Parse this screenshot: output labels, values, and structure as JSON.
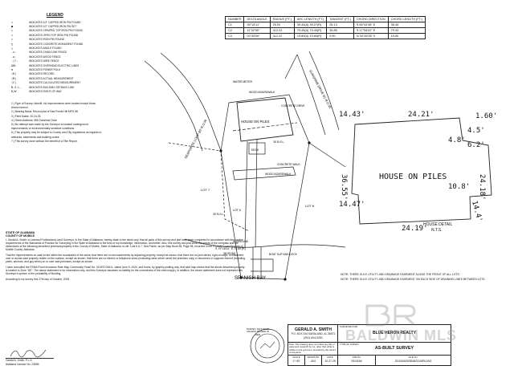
{
  "legend": {
    "title": "LEGEND",
    "items": [
      {
        "sym": "○",
        "label": "INDICATES 1/2\" CAPPED IRON PIN FOUND"
      },
      {
        "sym": "●",
        "label": "INDICATES 1/2\" CAPPED IRON PIN SET"
      },
      {
        "sym": "○",
        "label": "INDICATES CRIMPED TOP IRON PIN FOUND"
      },
      {
        "sym": "○",
        "label": "INDICATES OPEN TOP IRON PIN FOUND"
      },
      {
        "sym": "○",
        "label": "INDICATES IRON PIN FOUND"
      },
      {
        "sym": "□",
        "label": "INDICATES CONCRETE MONUMENT FOUND"
      },
      {
        "sym": "△",
        "label": "INDICATES ANGLE FOUND"
      },
      {
        "sym": "-x-",
        "label": "INDICATES CHAIN LINK FENCE"
      },
      {
        "sym": "-o-",
        "label": "INDICATES WOOD FENCE"
      },
      {
        "sym": "-//-",
        "label": "INDICATES WIRE FENCE"
      },
      {
        "sym": "OHL",
        "label": "INDICATES OVERHEAD ELECTRIC LINES"
      },
      {
        "sym": "⊕",
        "label": "INDICATES POWER POLE"
      },
      {
        "sym": "(R)",
        "label": "INDICATES RECORD"
      },
      {
        "sym": "(M)",
        "label": "INDICATES ACTUAL MEASUREMENT"
      },
      {
        "sym": "(C)",
        "label": "INDICATES CALCULATED MEASUREMENT"
      },
      {
        "sym": "B.S.L.",
        "label": "INDICATES BUILDING SETBACK LINE"
      },
      {
        "sym": "R/W",
        "label": "INDICATES RIGHT-OF-WAY"
      }
    ]
  },
  "notes": [
    "1.) Type of Survey: Asbuilt. No improvements were located except those shown hereon.",
    "2.) Bearing Basis: Record plat of Sea Pointe Hill MPG 58",
    "3.) Field Dates: 10-24-25",
    "4.) Street Address: 555 Sunshine Drive",
    "5.) No attempt was made by the Surveyor to located underground improvements or environmentally sensitive conditions.",
    "6.) This property may be subject to County and City regulations as regards to setbacks, easements and building codes.",
    "7.) This survey done without the benefit of a Title Report."
  ],
  "curve_table": {
    "headers": [
      "NUMBER",
      "DELTA ANGLE",
      "RADIUS (FT.)",
      "ARC LENGTH (FT.)",
      "TANGENT (FT.)",
      "CHORD DIRECTION",
      "CHORD LENGTH (FT.)"
    ],
    "rows": [
      [
        "C1",
        "90°18'11\"",
        "25.00",
        "39.40(A) 39.27(R)",
        "25.13",
        "S 56°44'38\" E",
        "35.45"
      ],
      [
        "C2",
        "11°02'55\"",
        "412.22",
        "79.45(A) 79.40(R)",
        "39.85",
        "S 17°54'02\" E",
        "79.33"
      ],
      [
        "C3",
        "02°45'06\"",
        "412.22",
        "19.80(A) 19.80(R)",
        "9.90",
        "N 34°46'06\" E",
        "19.80"
      ]
    ]
  },
  "plan": {
    "road_label": "SEAPOINTE LOOP 60' R.O.W.",
    "road2_label": "SUNSHINE DRIVE 60' R.O.W.",
    "house_label": "HOUSE ON PILES",
    "water_label": "SPANISH BAY",
    "lot_left": "LOT 7",
    "lot_right": "LOT 6",
    "lot_center": "LOT 6",
    "labels": {
      "wood_boardwalk": "WOOD BOARDWALK",
      "wood_boardwalk2": "WOOD BOARDWALK",
      "concrete_drive": "CONCRETE DRIVE",
      "concrete_walk": "CONCRETE WALK",
      "water_meter": "WATER METER",
      "deck": "DECK",
      "shoreline": "SHORELINE",
      "boat_slip": "BOAT SLIP AND DOCK",
      "bsl": "30' B.S.L.",
      "bsl2": "30' B.S.L."
    },
    "dims": {
      "bottom_bearing": "S 79°18'41\" E 73.60'(R)",
      "bottom_len": "38.00'(M)"
    }
  },
  "house_detail": {
    "title": "HOUSE DETAIL",
    "scale": "N.T.S.",
    "label": "HOUSE ON PILES",
    "dims": [
      "24.21'",
      "1.60'",
      "4.5'",
      "4.8'",
      "6.2'",
      "14.43'",
      "24.18'",
      "36.55'",
      "10.8'",
      "14.4'",
      "14.47'",
      "24.19'"
    ]
  },
  "bottom_notes": {
    "note1": "NOTE: THERE IS A 5' UTILITY AND DRAINAGE EASEMENT ALONG THE FRONT OF ALL LOTS.",
    "note2": "NOTE: THERE IS A 5' UTILITY AND DRAINAGE EASEMENT ON EACH SIDE OF DRAINING LINES BETWEEN LOTS."
  },
  "statement": {
    "state": "STATE OF ALABAMA",
    "county": "COUNTY OF MOBILE",
    "p1": "I, Gerald A. Smith, a Licensed Professional Land Surveyor, in the State of Alabama, hereby state to the client only, that all parts of this survey and plat have been completed in accordance with the current requirements of the Standards of Practice for Surveying in the State of Alabama to the best of my knowledge, information, and belief. Also, this survey and plat show the points of the compass and the dimensions of the following described premises/property in the County of Mobile, State of Alabama, to wit: Lots 6 & 7, Sea Pointe, as per Map Book 58, Page 98, recorded in the Probate Court Records of Mobile County, Alabama.",
    "p2": "That the improvements on said lot are within the boundaries of the same; that there are no encroachments by adjoining property, except as shown; that there are no joint drives, right-of-ways, or easement over or across said property visible on the surface, except as shown; that there are no electric or telephone wires (excluding wires which serve the premises only) or structures or supports thereof (including poles, anchors, and guy wires) on or over said premises, except as shown.",
    "p3": "I have consulted the FEMA Flood Insurance Rate Map Community Panel No. 01097C0161L, dated June 5, 2020, and found, by graphic plotting only, that said map shows that the above described property is located in Zone \"AE\". The above statement is for information only, and this Surveyor assumes no liability for the correctness of the cited map(s). In addition, the above statement does not represent this Surveyor's opinion of the probability of flooding.",
    "p4": "According to my survey this 27th day of October, 2025.",
    "sig_name": "Gerald A. Smith, P.L.S.",
    "license": "Alabama License No. 23655"
  },
  "title_block": {
    "stamp_text": "SURVEY NOT VALID UNLESS SIGNED IN RED",
    "company": "GERALD A. SMITH",
    "address": "P.O. BOX 344 SARALAND, AL 36571",
    "phone": "(251) 604-0261",
    "disclaimer": "Note: This drawing does not reflect any title or easement research by me, other than what is visible on the ground or provided by the client's conveyance.",
    "scale_label": "SCALE",
    "scale": "1\"=30'",
    "drawn_label": "DRAWN BY",
    "drawn": "JAG",
    "date_label": "DATE",
    "date": "10-27-25",
    "surveyed_for_label": "SURVEYED FOR",
    "client": "BLUE HERON REALTY",
    "type_label": "TYPE OF SURVEY",
    "type": "AS-BUILT SURVEY",
    "job_label": "JOB NO.",
    "job": "251015A",
    "file_label": "FILE NO.",
    "file": "251015A0520BA8O2LWRLDNG"
  },
  "watermark": {
    "brand": "BALDWIN MLS"
  }
}
